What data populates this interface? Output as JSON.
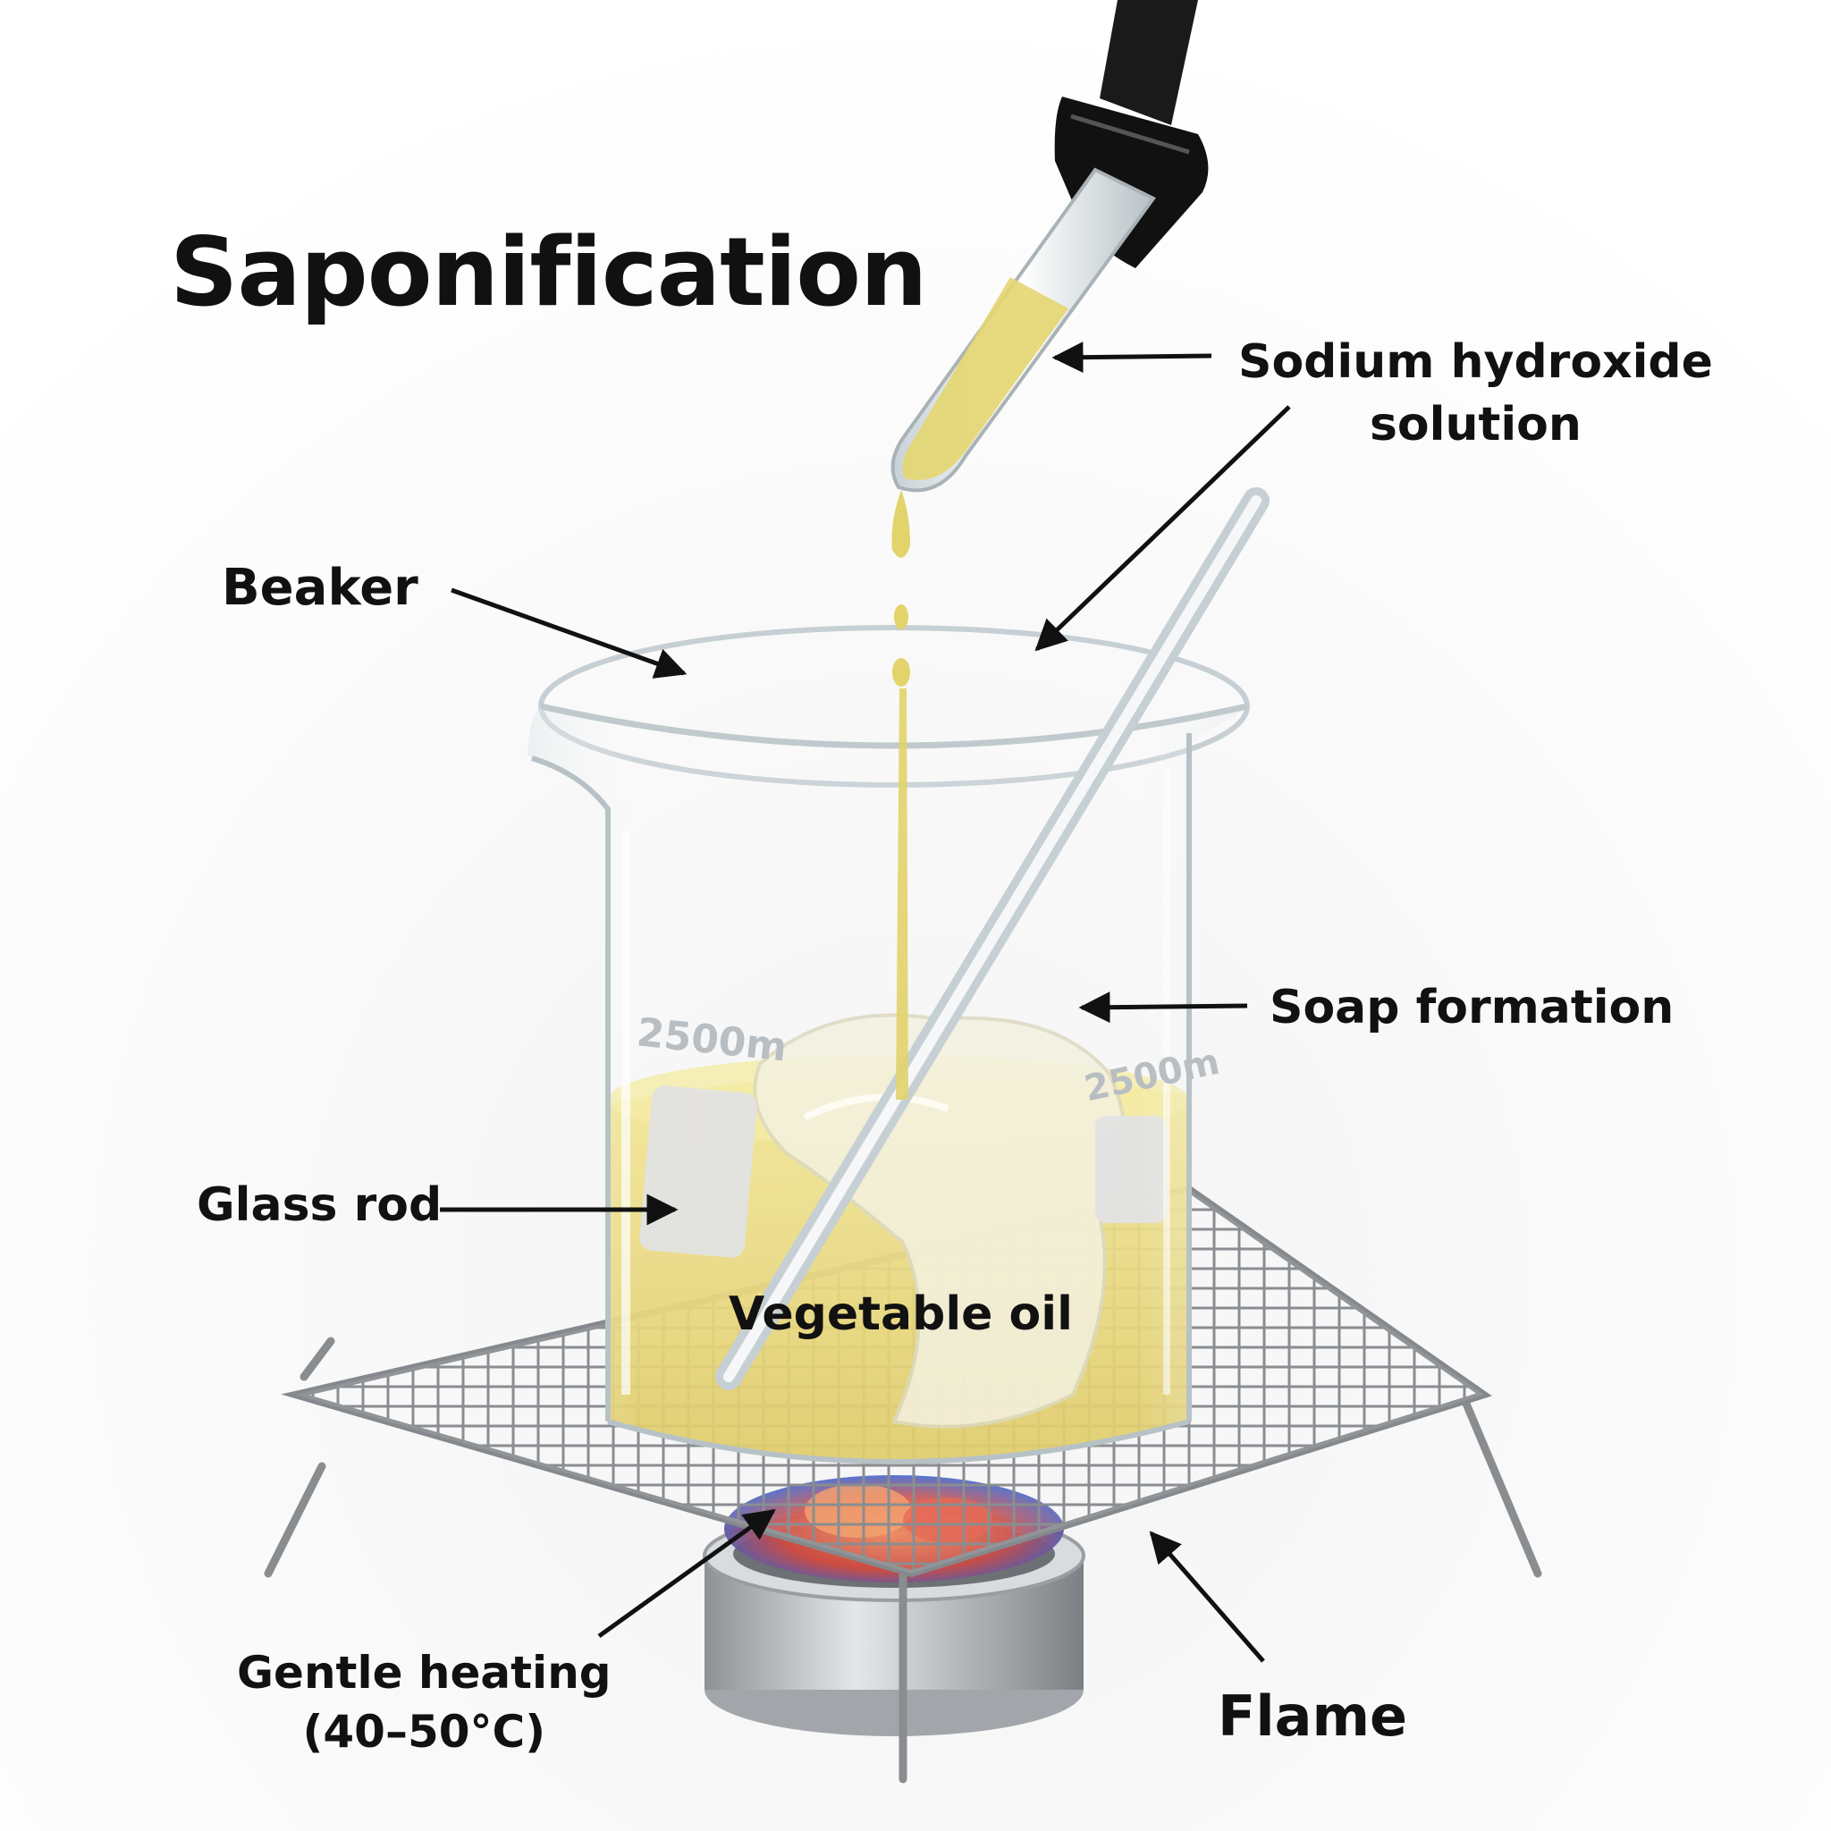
{
  "title": "Saponification",
  "labels": {
    "sodium_hydroxide": [
      "Sodium hydroxide",
      "solution"
    ],
    "beaker": "Beaker",
    "soap_formation": "Soap formation",
    "glass_rod": "Glass rod",
    "vegetable_oil": "Vegetable oil",
    "gentle_heating": [
      "Gentle heating",
      "(40–50°C)"
    ],
    "flame": "Flame"
  },
  "beaker_markings": [
    "2500m",
    "2500m"
  ],
  "colors": {
    "oil": "#e6d46a",
    "glass": "#c9d4d8",
    "dropper_cap": "#1a1a1a",
    "mesh": "#8a8d90",
    "flame_orange": "#e8663a",
    "flame_blue": "#3a5fc8",
    "burner": "#b8bcc0"
  }
}
